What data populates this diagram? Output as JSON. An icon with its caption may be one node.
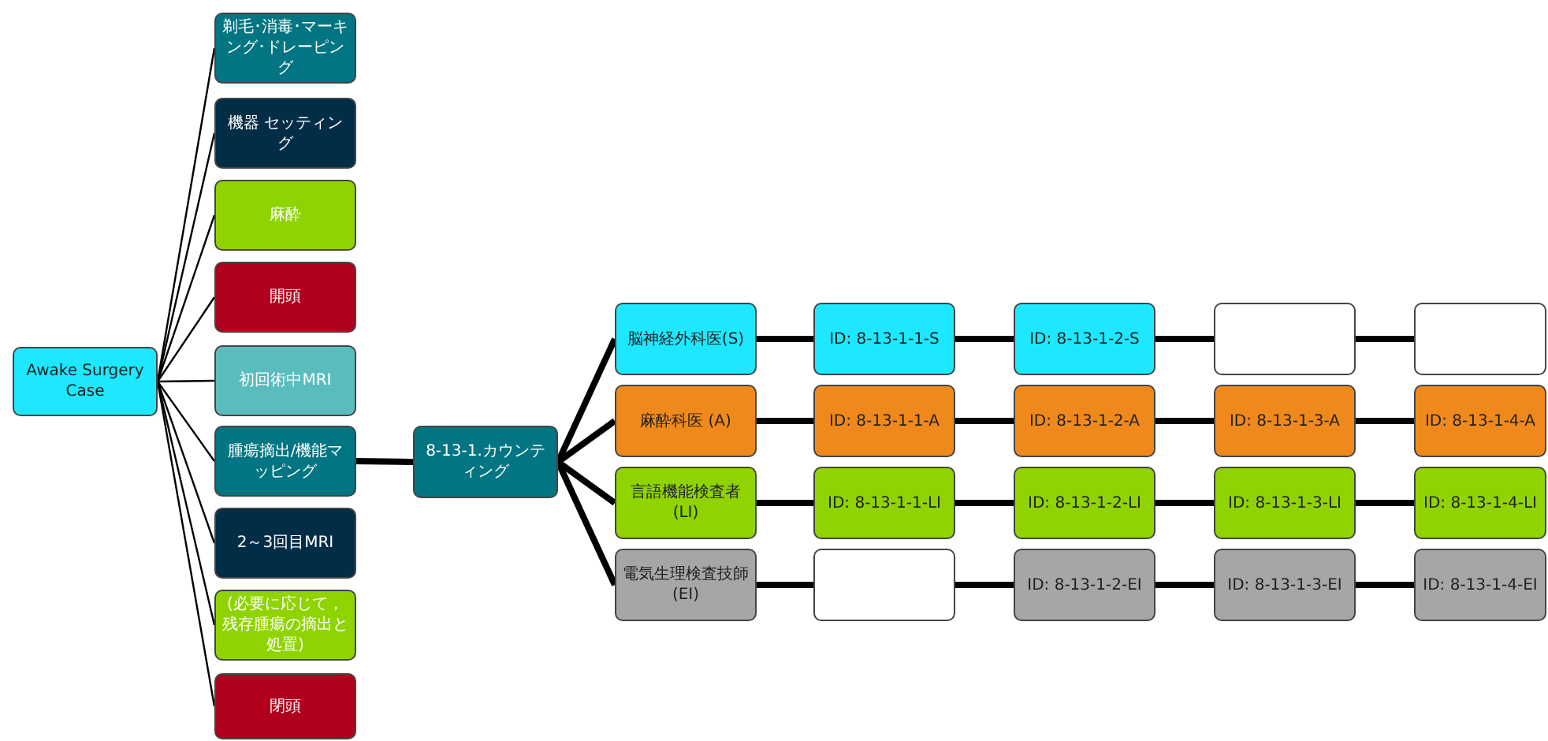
{
  "diagram": {
    "nodes": [
      {
        "text": [
          "Awake Surgery Case"
        ]
      },
      {
        "text": [
          "剃毛･消毒･マーキング･ドレーピング"
        ]
      },
      {
        "text": [
          "機器 セッティング"
        ]
      },
      {
        "text": [
          "麻酔"
        ]
      },
      {
        "text": [
          "開頭"
        ]
      },
      {
        "text": [
          "初回術中MRI"
        ]
      },
      {
        "text": [
          "腫瘍摘出/機能マッピング"
        ]
      },
      {
        "text": [
          "2～3回目MRI"
        ]
      },
      {
        "text": [
          "(必要に応じて，残存腫瘍の摘出と処置)"
        ]
      },
      {
        "text": [
          "閉頭"
        ]
      },
      {
        "text": [
          "8-13-1.カウンティング"
        ]
      },
      {
        "text": [
          "脳神経外科医(S)"
        ]
      },
      {
        "text": [
          "ID: 8-13-1-1-S"
        ]
      },
      {
        "text": [
          "ID: 8-13-1-2-S"
        ]
      },
      {
        "text": [],
        "shape": "box"
      },
      {
        "text": [],
        "shape": "box"
      },
      {
        "text": [
          "麻酔科医 (A)"
        ]
      },
      {
        "text": [
          "ID: 8-13-1-1-A"
        ]
      },
      {
        "text": [
          "ID: 8-13-1-2-A"
        ]
      },
      {
        "text": [
          "ID: 8-13-1-3-A"
        ]
      },
      {
        "text": [
          "ID: 8-13-1-4-A"
        ]
      },
      {
        "text": [
          "言語機能検査者 (LI)"
        ]
      },
      {
        "text": [
          "ID: 8-13-1-1-LI"
        ]
      },
      {
        "text": [
          "ID: 8-13-1-2-LI"
        ]
      },
      {
        "text": [
          "ID: 8-13-1-3-LI"
        ]
      },
      {
        "text": [
          "ID: 8-13-1-4-LI"
        ]
      },
      {
        "text": [
          "電気生理検査技師 (EI)"
        ]
      },
      {
        "text": [],
        "shape": "box"
      },
      {
        "text": [
          "ID: 8-13-1-2-EI"
        ]
      },
      {
        "text": [
          "ID: 8-13-1-3-EI"
        ]
      },
      {
        "text": [
          "ID: 8-13-1-4-EI"
        ]
      }
    ],
    "edges": [
      {
        "from": 0,
        "to": 1,
        "arrow": "none"
      },
      {
        "from": 0,
        "to": 2,
        "arrow": "none"
      },
      {
        "from": 0,
        "to": 3,
        "arrow": "none"
      },
      {
        "from": 0,
        "to": 4,
        "arrow": "none"
      },
      {
        "from": 0,
        "to": 5,
        "arrow": "none"
      },
      {
        "from": 0,
        "to": 6,
        "arrow": "none"
      },
      {
        "from": 0,
        "to": 7,
        "arrow": "none"
      },
      {
        "from": 0,
        "to": 8,
        "arrow": "none"
      },
      {
        "from": 0,
        "to": 9,
        "arrow": "none"
      },
      {
        "from": 6,
        "to": 10,
        "arrow": "none"
      },
      {
        "from": 10,
        "to": 11,
        "arrow": "none"
      },
      {
        "from": 10,
        "to": 16,
        "arrow": "none"
      },
      {
        "from": 10,
        "to": 21,
        "arrow": "none"
      },
      {
        "from": 10,
        "to": 26,
        "arrow": "none"
      },
      {
        "from": 11,
        "to": 12,
        "arrow": "none"
      },
      {
        "from": 12,
        "to": 13,
        "arrow": "none"
      },
      {
        "from": 13,
        "to": 14,
        "arrow": "none"
      },
      {
        "from": 14,
        "to": 15,
        "arrow": "none"
      },
      {
        "from": 16,
        "to": 17,
        "arrow": "none"
      },
      {
        "from": 17,
        "to": 18,
        "arrow": "none"
      },
      {
        "from": 18,
        "to": 19,
        "arrow": "none"
      },
      {
        "from": 19,
        "to": 20,
        "arrow": "none"
      },
      {
        "from": 21,
        "to": 22,
        "arrow": "none"
      },
      {
        "from": 22,
        "to": 23,
        "arrow": "none"
      },
      {
        "from": 23,
        "to": 24,
        "arrow": "none"
      },
      {
        "from": 24,
        "to": 25,
        "arrow": "none"
      },
      {
        "from": 26,
        "to": 27,
        "arrow": "none"
      },
      {
        "from": 27,
        "to": 28,
        "arrow": "none"
      },
      {
        "from": 28,
        "to": 29,
        "arrow": "none"
      },
      {
        "from": 29,
        "to": 30,
        "arrow": "none"
      }
    ]
  }
}
